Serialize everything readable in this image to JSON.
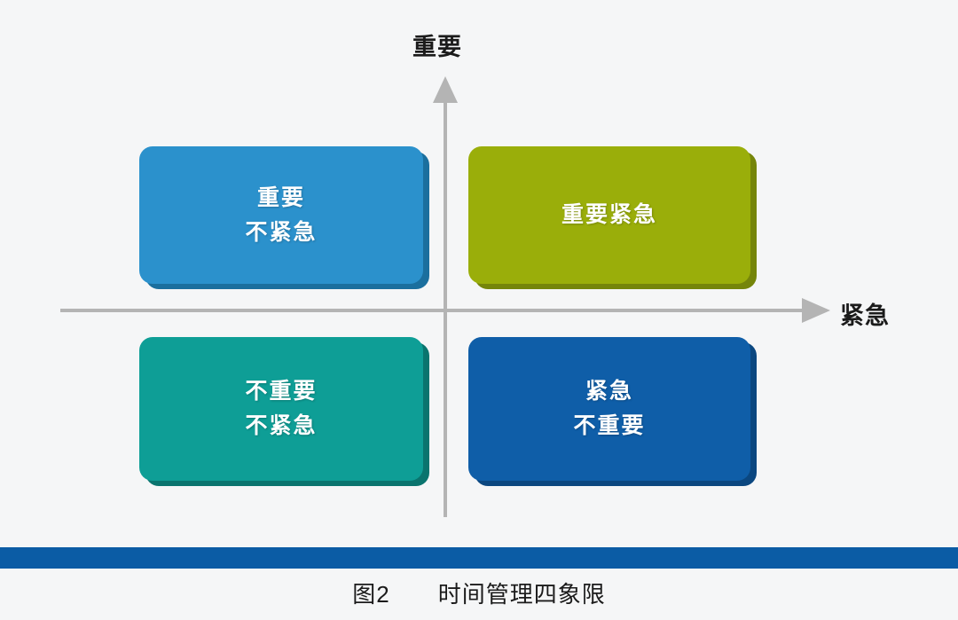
{
  "figure": {
    "caption_number": "图2",
    "caption_gap": "　　",
    "caption_title": "时间管理四象限",
    "caption_full": "图2　　时间管理四象限",
    "accent_color": "#0b5ca5",
    "background_color": "#f5f6f7"
  },
  "axes": {
    "y_label": "重要",
    "x_label": "紧急",
    "line_color": "#b4b4b4",
    "y_arrow_icon": "arrow-up-icon",
    "x_arrow_icon": "arrow-right-icon"
  },
  "quadrants": [
    {
      "id": "important-not-urgent",
      "position": "top-left",
      "lines": [
        "重要",
        "不紧急"
      ],
      "color": "#2b91cc",
      "shadow_color": "#1b6f9e"
    },
    {
      "id": "important-urgent",
      "position": "top-right",
      "lines": [
        "重要紧急"
      ],
      "color": "#9aae0a",
      "shadow_color": "#75850a"
    },
    {
      "id": "not-important-not-urgent",
      "position": "bottom-left",
      "lines": [
        "不重要",
        "不紧急"
      ],
      "color": "#0e9e96",
      "shadow_color": "#0a746e"
    },
    {
      "id": "urgent-not-important",
      "position": "bottom-right",
      "lines": [
        "紧急",
        "不重要"
      ],
      "color": "#0f5ea8",
      "shadow_color": "#0b4780"
    }
  ]
}
